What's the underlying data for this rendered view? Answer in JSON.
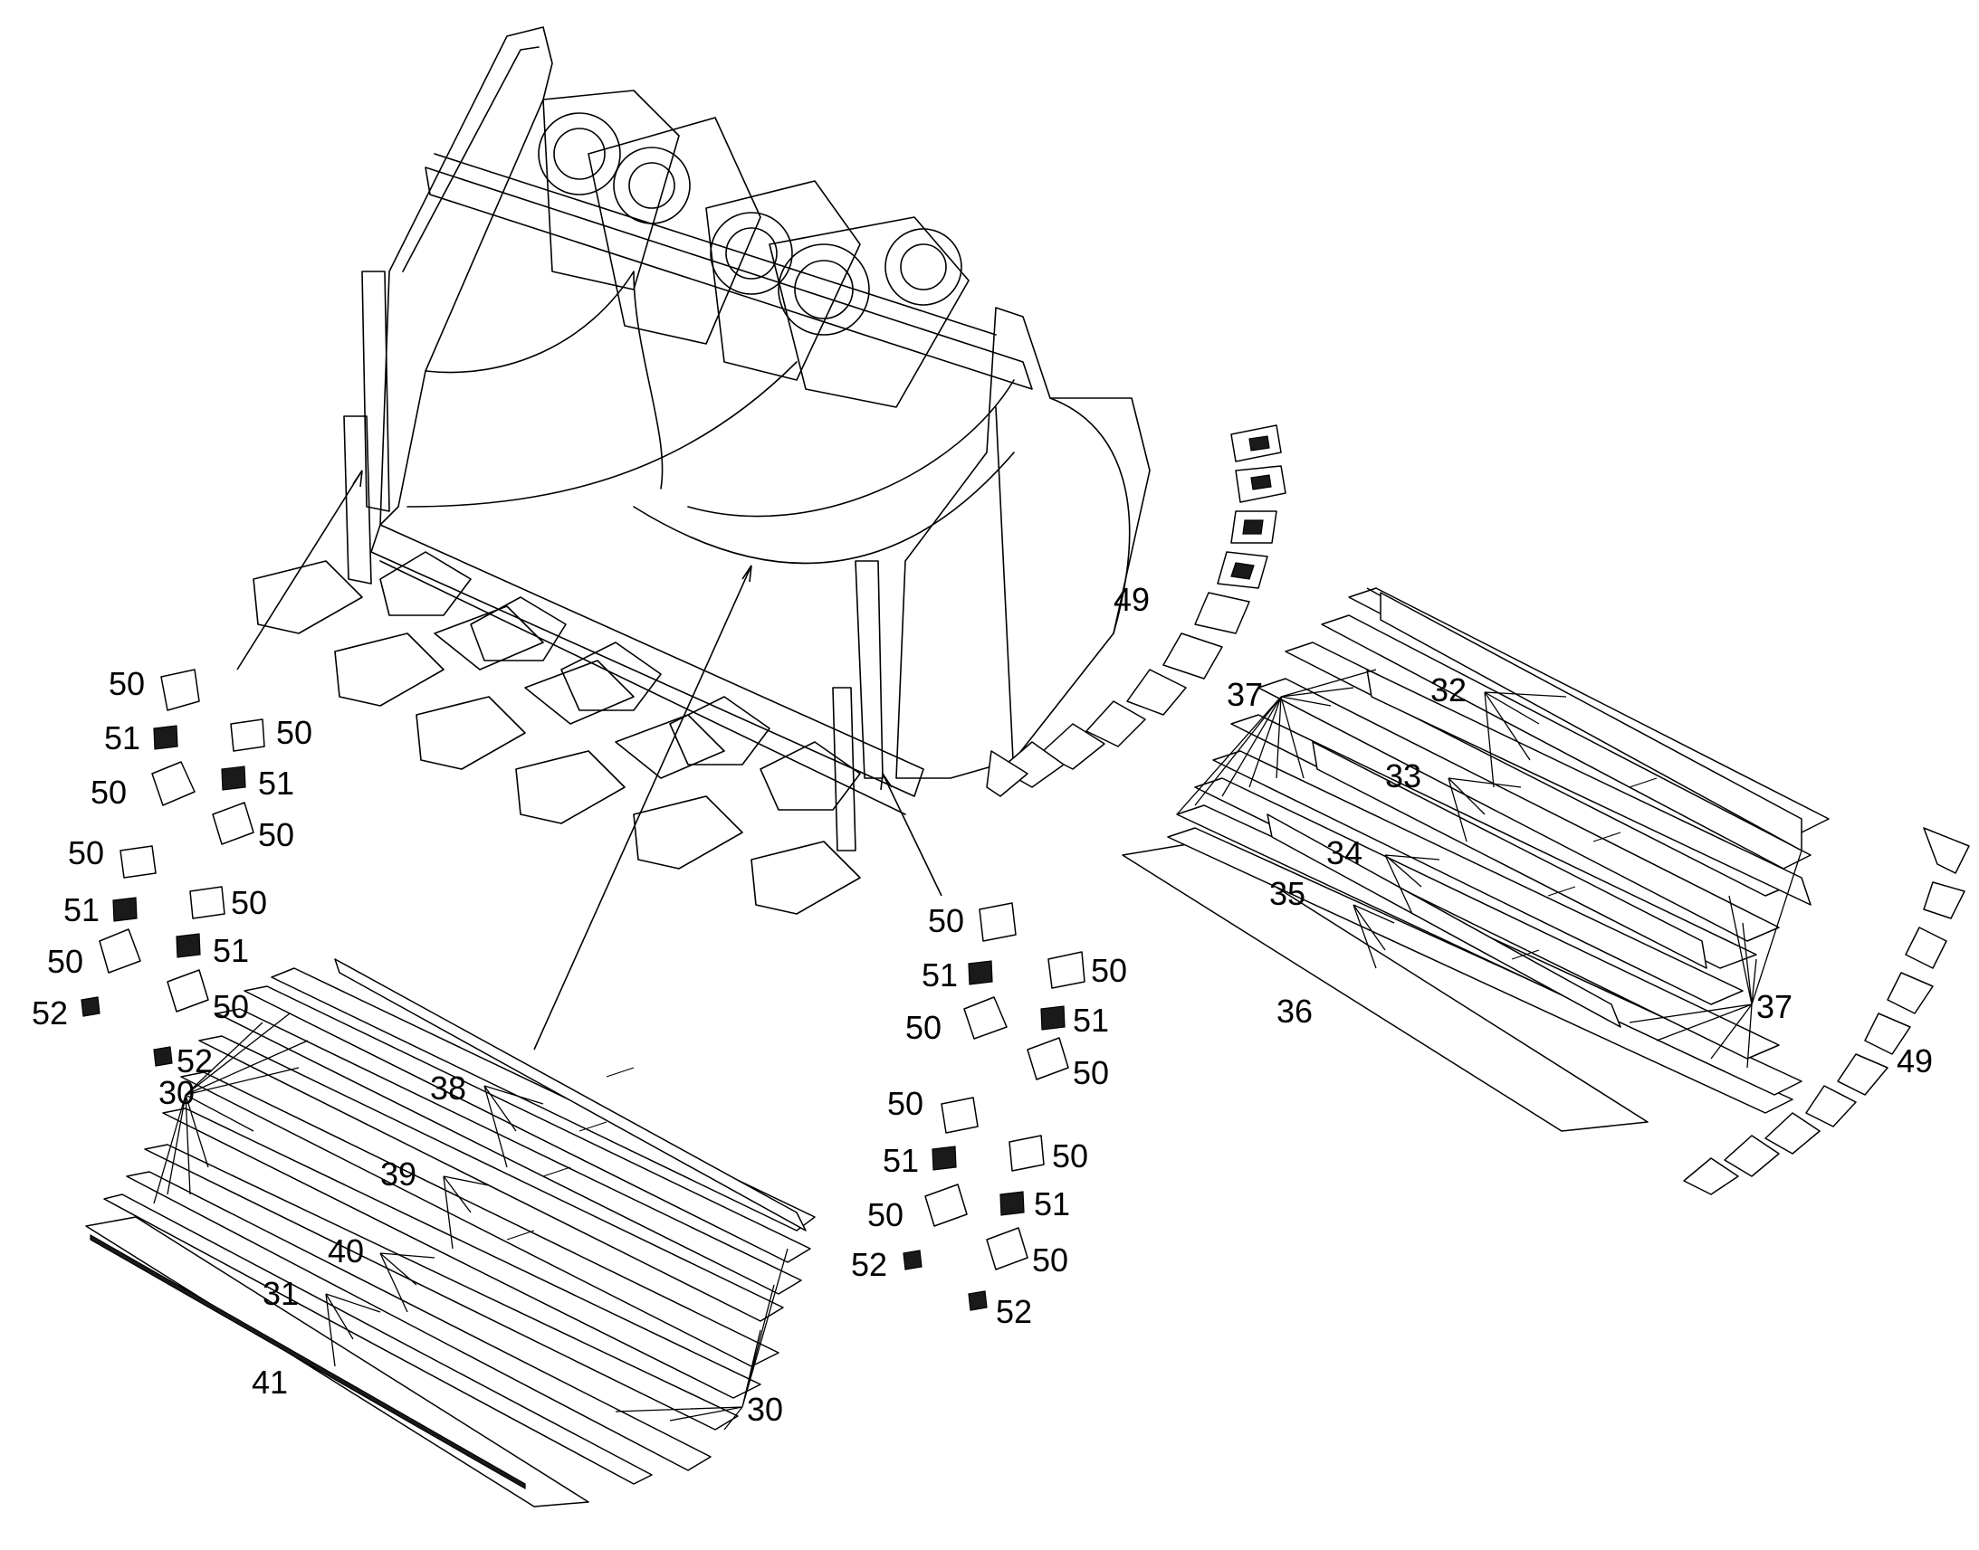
{
  "callouts": [
    {
      "id": "c49a",
      "text": "49"
    },
    {
      "id": "c49b",
      "text": "49"
    },
    {
      "id": "c37a",
      "text": "37"
    },
    {
      "id": "c37b",
      "text": "37"
    },
    {
      "id": "c32",
      "text": "32"
    },
    {
      "id": "c33",
      "text": "33"
    },
    {
      "id": "c34",
      "text": "34"
    },
    {
      "id": "c35",
      "text": "35"
    },
    {
      "id": "c36",
      "text": "36"
    },
    {
      "id": "c30a",
      "text": "30"
    },
    {
      "id": "c30b",
      "text": "30"
    },
    {
      "id": "c38",
      "text": "38"
    },
    {
      "id": "c39",
      "text": "39"
    },
    {
      "id": "c40",
      "text": "40"
    },
    {
      "id": "c31",
      "text": "31"
    },
    {
      "id": "c41",
      "text": "41"
    },
    {
      "id": "l50a",
      "text": "50"
    },
    {
      "id": "l51a",
      "text": "51"
    },
    {
      "id": "l50b",
      "text": "50"
    },
    {
      "id": "l50c",
      "text": "50"
    },
    {
      "id": "l51b",
      "text": "51"
    },
    {
      "id": "l50d",
      "text": "50"
    },
    {
      "id": "l50e",
      "text": "50"
    },
    {
      "id": "l51c",
      "text": "51"
    },
    {
      "id": "l50f",
      "text": "50"
    },
    {
      "id": "l52a",
      "text": "52"
    },
    {
      "id": "l50g",
      "text": "50"
    },
    {
      "id": "l51d",
      "text": "51"
    },
    {
      "id": "l50h",
      "text": "50"
    },
    {
      "id": "l52b",
      "text": "52"
    },
    {
      "id": "r50a",
      "text": "50"
    },
    {
      "id": "r51a",
      "text": "51"
    },
    {
      "id": "r50b",
      "text": "50"
    },
    {
      "id": "r50c",
      "text": "50"
    },
    {
      "id": "r51b",
      "text": "51"
    },
    {
      "id": "r50d",
      "text": "50"
    },
    {
      "id": "r50e",
      "text": "50"
    },
    {
      "id": "r51c",
      "text": "51"
    },
    {
      "id": "r50f",
      "text": "50"
    },
    {
      "id": "r50g",
      "text": "50"
    },
    {
      "id": "r51d",
      "text": "51"
    },
    {
      "id": "r50h",
      "text": "50"
    },
    {
      "id": "r52a",
      "text": "52"
    },
    {
      "id": "r52b",
      "text": "52"
    }
  ]
}
